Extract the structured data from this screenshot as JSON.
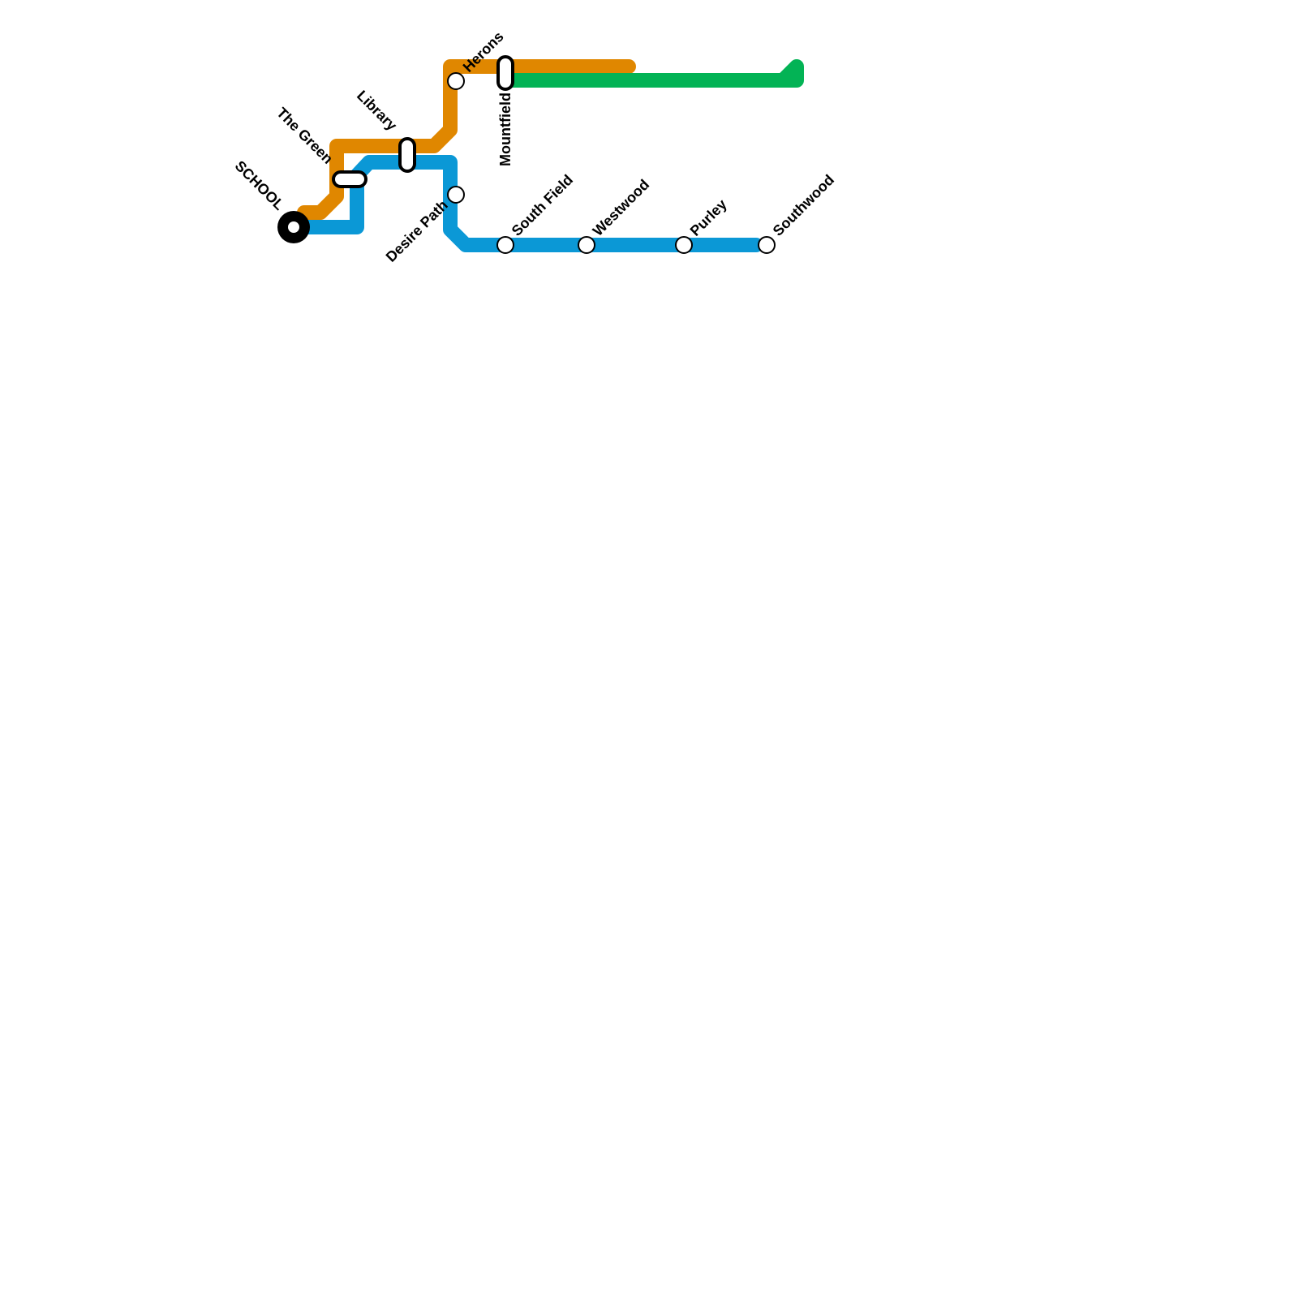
{
  "colors": {
    "orange_line": "#e08700",
    "blue_line": "#0b98d6",
    "green_line": "#03b355",
    "station_fill": "#ffffff",
    "station_outline": "#000000"
  },
  "stations": {
    "school": "SCHOOL",
    "the_green": "The Green",
    "library": "Library",
    "herons": "Herons",
    "mountfield": "Mountfield",
    "desire_path": "Desire Path",
    "south_field": "South Field",
    "westwood": "Westwood",
    "purley": "Purley",
    "southwood": "Southwood"
  }
}
